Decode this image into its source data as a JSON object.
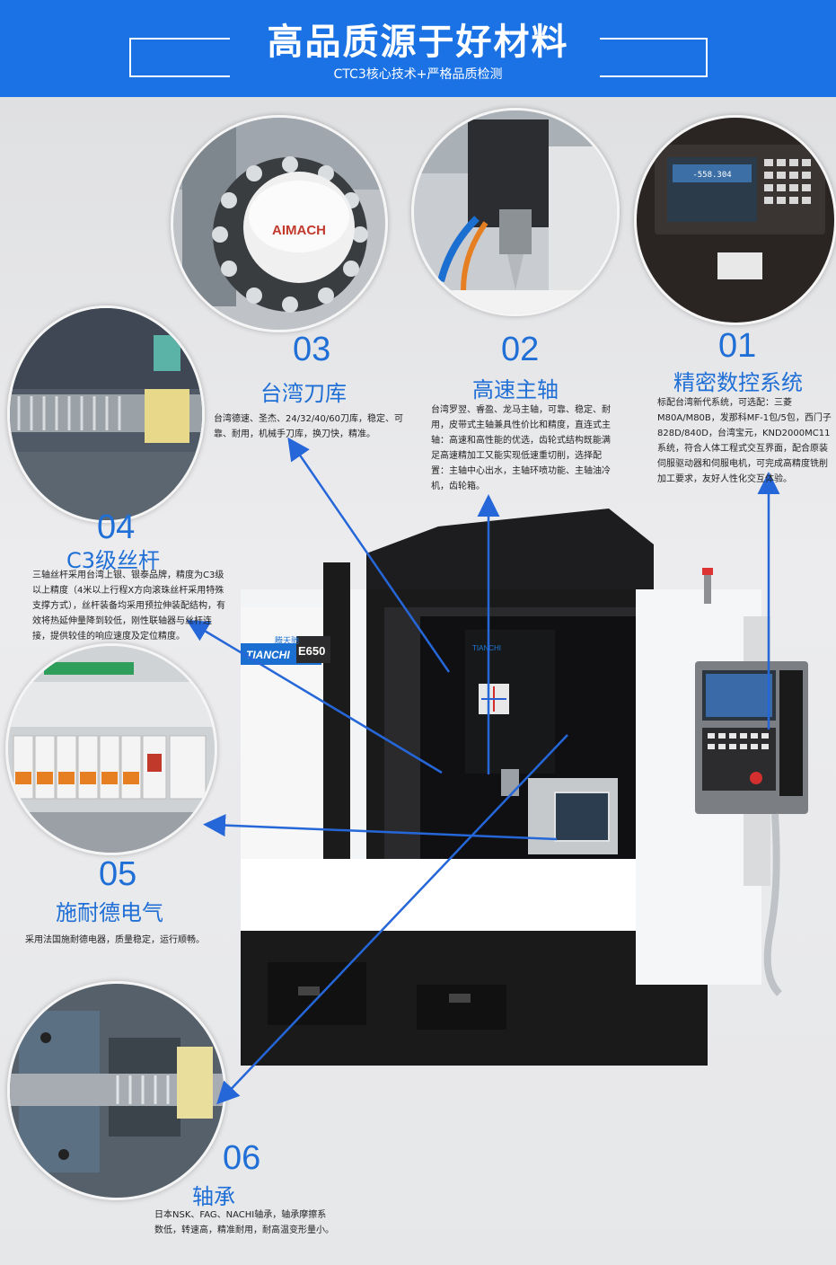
{
  "banner": {
    "title": "高品质源于好材料",
    "subtitle": "CTC3核心技术+严格品质检测"
  },
  "features": [
    {
      "num": "01",
      "title": "精密数控系统",
      "desc": "标配台湾新代系统，可选配：三菱M80A/M80B，发那科MF-1包/5包，西门子828D/840D，台湾宝元，KND2000MC11系统，符合人体工程式交互界面，配合原装伺服驱动器和伺服电机，可完成高精度铣削加工要求，友好人性化交互体验。"
    },
    {
      "num": "02",
      "title": "高速主轴",
      "desc": "台湾罗翌、睿盈、龙马主轴，可靠、稳定、耐用，皮带式主轴兼具性价比和精度，直连式主轴：高速和高性能的优选，齿轮式结构既能满足高速精加工又能实现低速重切削，选择配置：主轴中心出水，主轴环喷功能、主轴油冷机，齿轮箱。"
    },
    {
      "num": "03",
      "title": "台湾刀库",
      "desc": "台湾德速、圣杰、24/32/40/60刀库，稳定、可靠、耐用，机械手刀库，换刀快，精准。"
    },
    {
      "num": "04",
      "title": "C3级丝杆",
      "desc": "三轴丝杆采用台湾上银、银泰品牌，精度为C3级以上精度（4米以上行程X方向滚珠丝杆采用特殊支撑方式），丝杆装备均采用预拉伸装配结构，有效将热延伸量降到较低，刚性联轴器与丝杆连接，提供较佳的响应速度及定位精度。"
    },
    {
      "num": "05",
      "title": "施耐德电气",
      "desc": "采用法国施耐德电器，质量稳定，运行顺畅。"
    },
    {
      "num": "06",
      "title": "轴承",
      "desc": "日本NSK、FAG、NACHI轴承，轴承摩擦系数低，转速高，精准耐用，耐高温变形量小。"
    }
  ],
  "photos": {
    "toolmag_brand": "AIMACH",
    "cnc_screen_value": "-558.304"
  },
  "machine": {
    "brand_cn": "腾天驰",
    "brand_en": "TIANCHI",
    "model": "E650",
    "inner_logo": "TIANCHI"
  },
  "colors": {
    "accent": "#1b72e4",
    "text_blue": "#1f6fd6",
    "arrow": "#2566d8"
  }
}
